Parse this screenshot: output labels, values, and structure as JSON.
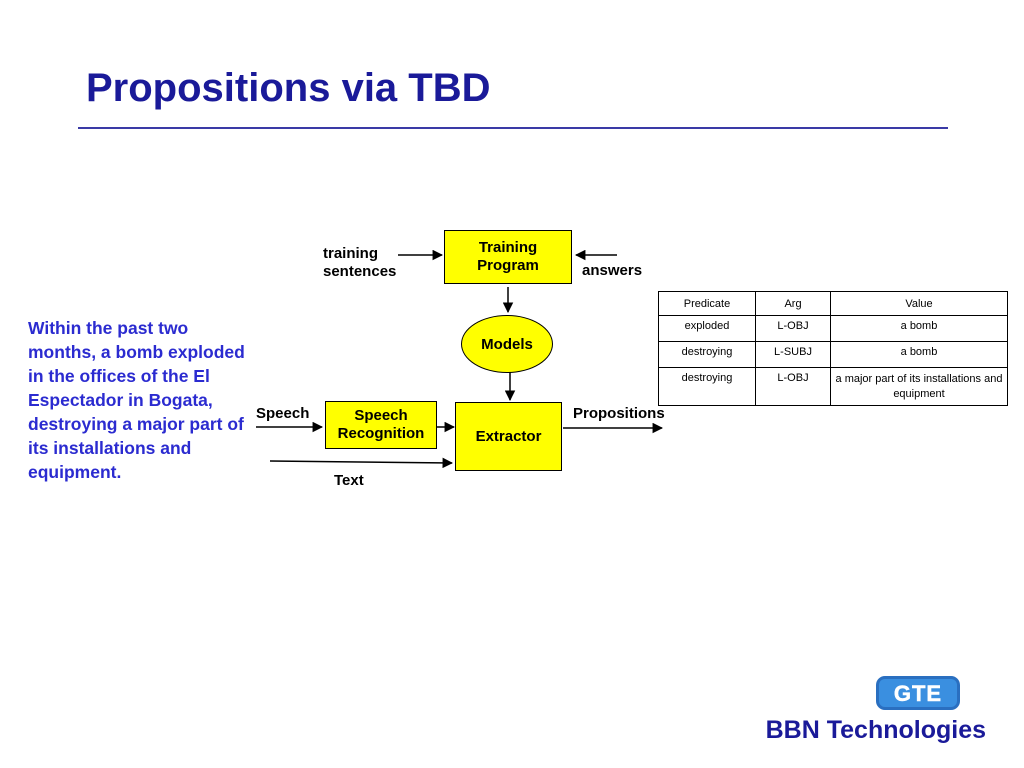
{
  "title": "Propositions via TBD",
  "body_text": "Within the past two months, a bomb exploded in the offices of the El Espectador in Bogata, destroying a major part of its installations and equipment.",
  "diagram": {
    "training_program": [
      "Training",
      "Program"
    ],
    "models": "Models",
    "speech_recognition": [
      "Speech",
      "Recognition"
    ],
    "extractor": "Extractor",
    "label_training_sentences": [
      "training",
      "sentences"
    ],
    "label_answers": "answers",
    "label_speech": "Speech",
    "label_text": "Text",
    "label_propositions": "Propositions"
  },
  "table": {
    "headers": [
      "Predicate",
      "Arg",
      "Value"
    ],
    "rows": [
      [
        "exploded",
        "L-OBJ",
        "a bomb"
      ],
      [
        "destroying",
        "L-SUBJ",
        "a bomb"
      ],
      [
        "destroying",
        "L-OBJ",
        "a major part of its installations and equipment"
      ]
    ]
  },
  "footer": "BBN Technologies",
  "logo_text": "GTE",
  "colors": {
    "title": "#1a1a99",
    "body_text": "#2b2bd0",
    "box_fill": "#ffff00",
    "logo": "#3a8fe0"
  }
}
